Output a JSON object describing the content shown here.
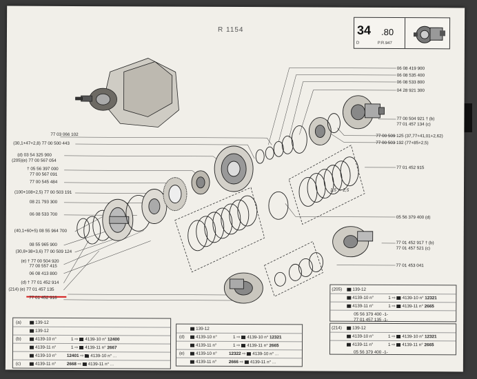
{
  "header": {
    "ref": "R 1154",
    "page_number": "34",
    "page_sub": ".80",
    "page_letter": "D",
    "page_pr": "P.R.947"
  },
  "left_labels": [
    "77 03 066 102",
    "(30,1+47+2,8) 77 00 500 443",
    "(d) 03 54 325 900",
    "(205)(e) 77 00 567 054",
    "† 05 56 397 000",
    "77 00 567 091",
    "77 00 545 484",
    "(100+108+2,5) 77 00 503 191",
    "08 21 793 300",
    "06 08 533 700",
    "(40,1+60+5) 08 55 964 700",
    "08 55 965 900",
    "(30,8+38+3,6) 77 00 509 124",
    "(e) † 77 00 504 920",
    "77 00 557 415",
    "06 08 413 800",
    "(d) † 77 01 452 914",
    "(214) (e) 77 01 457 135",
    "77 01 452 916"
  ],
  "right_labels": [
    "06 08 419 900",
    "06 08 535 400",
    "06 08 533 800",
    "04 28 921 300",
    "77 00 504 921 † (b)",
    "77 01 457 134 (c)",
    "77 00 509 125 (37,77+41,01+2,62)",
    "77 00 503 192 (77+85+2,5)",
    "77 01 452 915",
    "05 56 379 400 (d)",
    "77 01 452 917 † (b)",
    "77 01 457 521 (c)",
    "77 01 453 041"
  ],
  "dim_label": "1,5 → 2,5",
  "panel_left": {
    "rows": [
      {
        "tag": "(a)",
        "left": "139-12",
        "mid": "",
        "right": "",
        "count": ""
      },
      {
        "tag": "",
        "left": "139-12",
        "mid": "",
        "right": "",
        "count": ""
      },
      {
        "tag": "(b)",
        "left": "4139-10 n°",
        "mid": "1",
        "right": "4139-10 n°",
        "count": "12400"
      },
      {
        "tag": "",
        "left": "4139-11 n°",
        "mid": "1",
        "right": "4139-11 n°",
        "count": "2667"
      },
      {
        "tag": "",
        "left": "4139-10 n°",
        "mid": "12401",
        "right": "4139-10 n°",
        "count": "..."
      },
      {
        "tag": "(c)",
        "left": "4139-11 n°",
        "mid": "2668",
        "right": "4139-11 n°",
        "count": "..."
      }
    ]
  },
  "panel_mid": {
    "rows": [
      {
        "tag": "",
        "left": "139-12",
        "mid": "",
        "right": "",
        "count": ""
      },
      {
        "tag": "(d)",
        "left": "4139-10 n°",
        "mid": "1",
        "right": "4139-10 n°",
        "count": "12321"
      },
      {
        "tag": "",
        "left": "4139-11 n°",
        "mid": "1",
        "right": "4139-11 n°",
        "count": "2665"
      },
      {
        "tag": "(e)",
        "left": "4139-10 n°",
        "mid": "12322",
        "right": "4139-10 n°",
        "count": "..."
      },
      {
        "tag": "",
        "left": "4139-11 n°",
        "mid": "2666",
        "right": "4139-11 n°",
        "count": "..."
      }
    ]
  },
  "panel_205": {
    "tag": "(205)",
    "lines": [
      "139-12",
      "4139-10 n°",
      "4139-11 n°"
    ],
    "ranges": [
      {
        "from": "1",
        "to": "4139-10 n°",
        "count": "12321"
      },
      {
        "from": "1",
        "to": "4139-11 n°",
        "count": "2665"
      }
    ],
    "note1": "05 56 379 400 -1-",
    "note2": "77 01 457 135 -1-"
  },
  "panel_214": {
    "tag": "(214)",
    "lines": [
      "139-12",
      "4139-10 n°",
      "4139-11 n°"
    ],
    "ranges": [
      {
        "from": "1",
        "to": "4139-10 n°",
        "count": "12321"
      },
      {
        "from": "1",
        "to": "4139-11 n°",
        "count": "2665"
      }
    ],
    "note1": "05 56 379 400 -1-"
  },
  "colors": {
    "paper": "#f1efe9",
    "ink": "#222222",
    "highlight": "#d31919",
    "backdrop": "#3a3a3a"
  }
}
